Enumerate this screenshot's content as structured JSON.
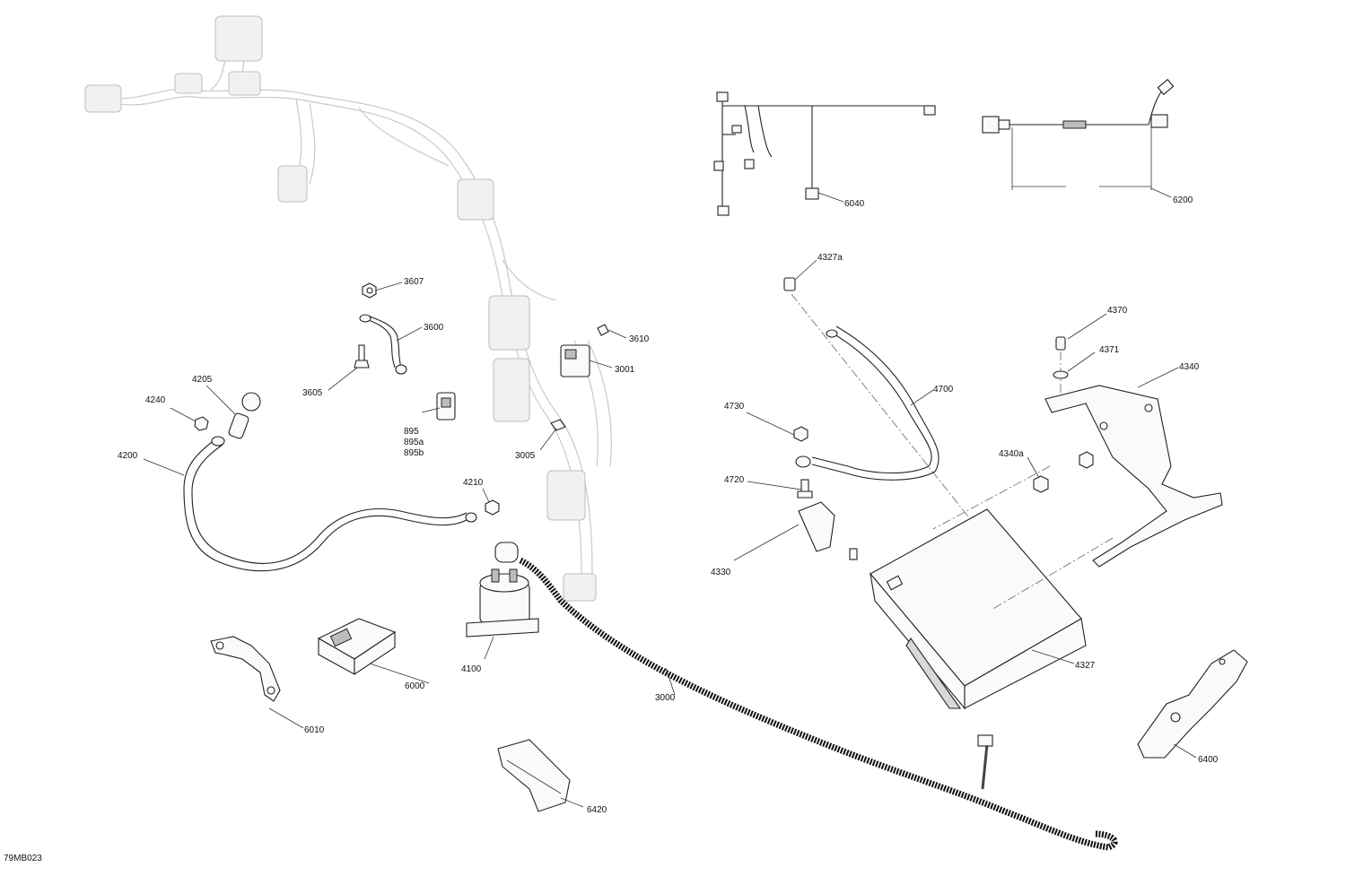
{
  "figure_id": "79MB023",
  "callouts": {
    "c3607": "3607",
    "c3600": "3600",
    "c3605": "3605",
    "c3610": "3610",
    "c3001": "3001",
    "c895": "895",
    "c895a": "895a",
    "c895b": "895b",
    "c3005": "3005",
    "c4205": "4205",
    "c4240": "4240",
    "c4200": "4200",
    "c4210": "4210",
    "c4100": "4100",
    "c6000": "6000",
    "c6010": "6010",
    "c3000": "3000",
    "c6420": "6420",
    "c6040": "6040",
    "c6200": "6200",
    "c4327a": "4327a",
    "c4700": "4700",
    "c4730": "4730",
    "c4720": "4720",
    "c4330": "4330",
    "c4327": "4327",
    "c4370": "4370",
    "c4371": "4371",
    "c4340": "4340",
    "c4340a": "4340a",
    "c6400": "6400"
  }
}
